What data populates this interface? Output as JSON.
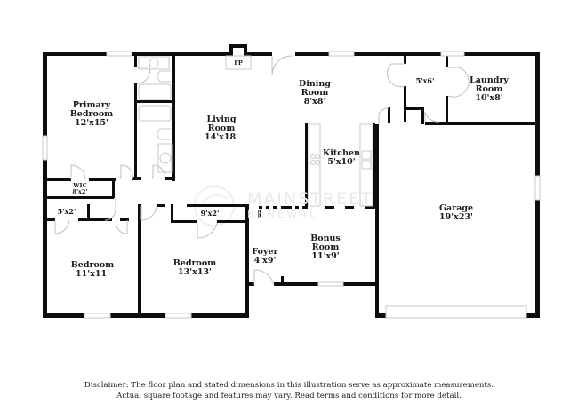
{
  "floorplan": {
    "rooms": [
      {
        "id": "primary-bedroom",
        "name": "Primary\nBedroom",
        "line1": "Primary",
        "line2": "Bedroom",
        "size": "12'x15'"
      },
      {
        "id": "wic",
        "name": "WIC",
        "size": "8'x2'"
      },
      {
        "id": "closet-1",
        "name": "",
        "size": "5'x2'"
      },
      {
        "id": "bedroom-2",
        "name": "Bedroom",
        "size": "11'x11'"
      },
      {
        "id": "bedroom-3",
        "name": "Bedroom",
        "size": "13'x13'"
      },
      {
        "id": "closet-2",
        "name": "",
        "size": "9'x2'"
      },
      {
        "id": "living-room",
        "line1": "Living",
        "line2": "Room",
        "size": "14'x18'"
      },
      {
        "id": "dining-room",
        "line1": "Dining",
        "line2": "Room",
        "size": "8'x8'"
      },
      {
        "id": "kitchen",
        "name": "Kitchen",
        "size": "5'x10'"
      },
      {
        "id": "bonus-room",
        "line1": "Bonus",
        "line2": "Room",
        "size": "11'x9'"
      },
      {
        "id": "foyer",
        "name": "Foyer",
        "size": "4'x9'"
      },
      {
        "id": "storage",
        "name": "",
        "size": "5'x6'"
      },
      {
        "id": "laundry-room",
        "line1": "Laundry",
        "line2": "Room",
        "size": "10'x8'"
      },
      {
        "id": "garage",
        "name": "Garage",
        "size": "19'x23'"
      }
    ],
    "fireplace_label": "FP"
  },
  "watermark": {
    "line1": "MAINSTREET",
    "line2": "RENEWAL"
  },
  "disclaimer": {
    "line1": "Disclaimer: The floor plan and stated dimensions in this illustration serve as approximate measurements.",
    "line2": "Actual square footage and features may vary. Read terms and conditions for more detail."
  },
  "colors": {
    "wall": "#0d0d0d",
    "window": "#d9d9d9",
    "fixture": "#c8c8c8",
    "text": "#1a1a1a"
  }
}
